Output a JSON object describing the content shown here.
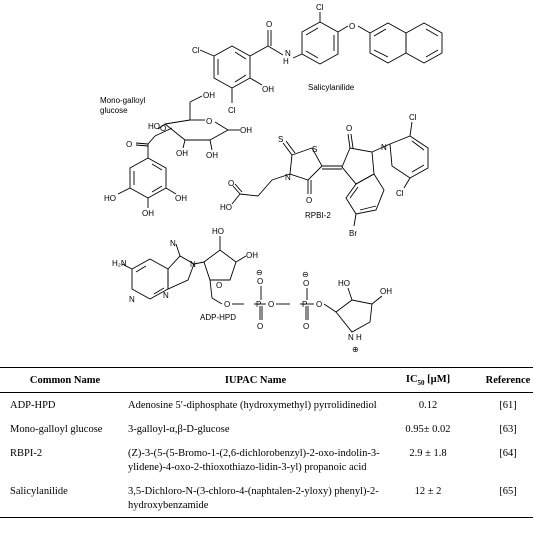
{
  "molecules": {
    "salicylanilide": {
      "name": "Salicylanilide",
      "atoms": {
        "cl_top": "Cl",
        "o_ether": "O",
        "cl_left": "Cl",
        "o_carbonyl": "O",
        "nh": "H",
        "n": "N",
        "oh": "OH",
        "cl_bottom": "Cl"
      }
    },
    "mono_galloyl": {
      "name_line1": "Mono-galloyl",
      "name_line2": "glucose",
      "atoms": {
        "oh_top": "OH",
        "o_ring": "O",
        "o_link": "O",
        "ho_left": "HO",
        "oh_right": "OH",
        "oh_low1": "OH",
        "oh_low2": "OH",
        "o_ester": "O",
        "ho_a": "HO",
        "oh_b": "OH",
        "oh_c": "OH"
      }
    },
    "rpbi2": {
      "name": "RPBI-2",
      "atoms": {
        "o_top": "O",
        "cl_top": "Cl",
        "s_thione": "S",
        "s_ring": "S",
        "n_ring": "N",
        "n_indole": "N",
        "o_low": "O",
        "ho": "HO",
        "o_acid": "O",
        "cl_right": "Cl",
        "br": "Br"
      }
    },
    "adp_hpd": {
      "name": "ADP-HPD",
      "atoms": {
        "nh2": "H₂N",
        "n1": "N",
        "n2": "N",
        "n3": "N",
        "n4": "N",
        "o_ribose": "O",
        "ho": "HO",
        "oh": "OH",
        "o1": "O",
        "p1": "P",
        "o2": "O",
        "p2": "P",
        "o3": "O",
        "o4": "O",
        "o5": "O",
        "o6": "O",
        "om1": "O",
        "om2": "O",
        "minus1": "⊖",
        "minus2": "⊖",
        "ho2": "HO",
        "oh2": "OH",
        "nh": "N",
        "h": "H",
        "plus": "⊕"
      }
    }
  },
  "table": {
    "headers": {
      "common": "Common Name",
      "iupac": "IUPAC  Name",
      "ic50_prefix": "IC",
      "ic50_sub": "50",
      "ic50_suffix": " [µM]",
      "ref": "Reference"
    },
    "rows": [
      {
        "common": "ADP-HPD",
        "iupac": "Adenosine 5′-diphosphate (hydroxymethyl) pyrrolidinediol",
        "ic50": "0.12",
        "ref": "[61]"
      },
      {
        "common": "Mono-galloyl glucose",
        "iupac": "3-galloyl-α,β-D-glucose",
        "ic50": "0.95± 0.02",
        "ref": "[63]"
      },
      {
        "common": "RBPI-2",
        "iupac": "(Z)-3-(5-(5-Bromo-1-(2,6-dichlorobenzyl)-2-oxo-indolin-3-ylidene)-4-oxo-2-thioxothiazo-lidin-3-yl) propanoic acid",
        "ic50": "2.9 ± 1.8",
        "ref": "[64]"
      },
      {
        "common": "Salicylanilide",
        "iupac": "3,5-Dichloro-N-(3-chloro-4-(naphtalen-2-yloxy) phenyl)-2-hydroxybenzamide",
        "ic50": "12 ± 2",
        "ref": "[65]"
      }
    ]
  }
}
